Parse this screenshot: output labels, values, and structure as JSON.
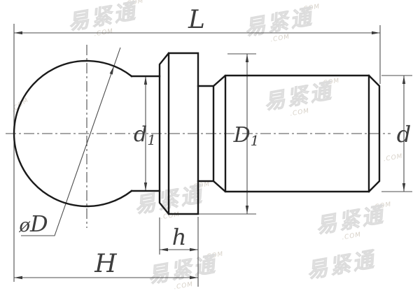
{
  "drawing": {
    "background_color": "#ffffff",
    "outline_color": "#1a1a1a",
    "dim_line_color": "#4d4d4d",
    "label_color": "#3d3d3d"
  },
  "dimensions": {
    "L": "L",
    "H": "H",
    "h": "h",
    "d": "d",
    "d1": {
      "base": "d",
      "sub": "1"
    },
    "D1": {
      "base": "D",
      "sub": "1"
    },
    "phiD": {
      "prefix": "ø",
      "base": "D"
    }
  },
  "watermark": {
    "brand": "易紧通",
    "domain": ".COM"
  }
}
